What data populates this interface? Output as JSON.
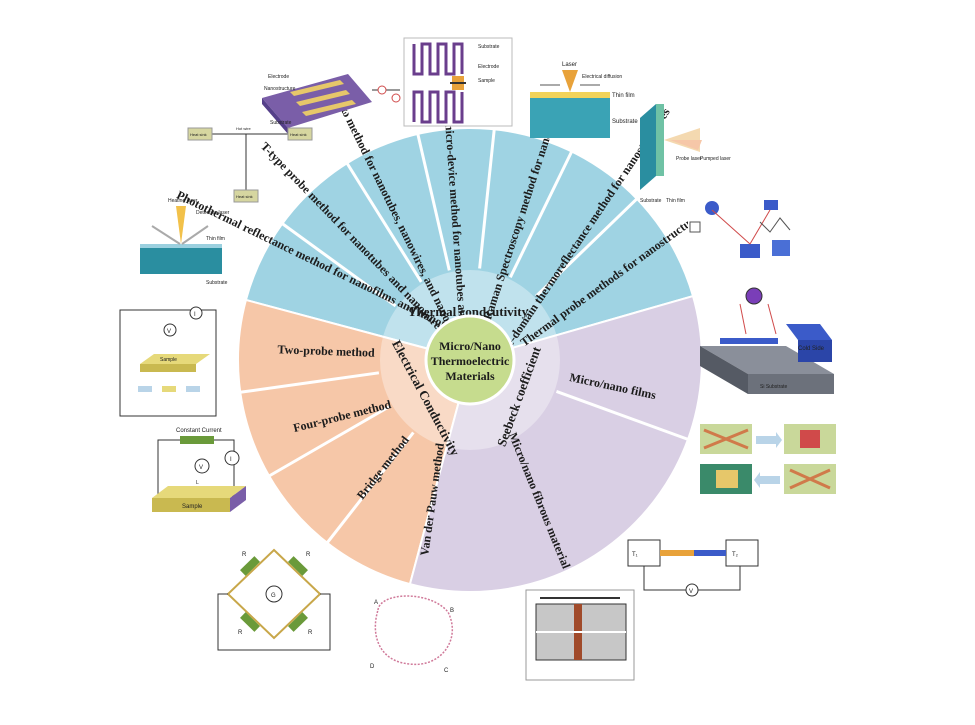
{
  "center": {
    "title_lines": [
      "Micro/Nano",
      "Thermoelectric",
      "Materials"
    ],
    "fill": "#c6dc8e"
  },
  "sectors": {
    "thermal": {
      "label": "Thermal condcutivity",
      "color": "#9fd3e3",
      "methods": [
        "Photothermal reflectance method for nanofilms and nanotubes",
        "T-type probe method for nanotubes and nanowires",
        "3ω method for nanotubes, nanowires, and nanofilms",
        "Suspended micro-device method for nanotubes and nanofilms",
        "Raman Spectroscopy method for nanofilms",
        "Time-domain thermoreflectance method for nanostructures",
        "Thermal probe methods for nanostructure"
      ]
    },
    "electrical": {
      "label": "Electrical Conductivity",
      "color": "#f6c7a8",
      "methods": [
        "Two-probe method",
        "Four-probe method",
        "Bridge method",
        "Van der Pauw method"
      ]
    },
    "seebeck": {
      "label": "Seebeck coefficient",
      "color": "#d9cfe4",
      "methods": [
        "Micro/nano films",
        "Micro/nano fibrous material"
      ]
    }
  },
  "illustrations": {
    "microdevice": [
      "Substrate",
      "Electrode",
      "Sample"
    ],
    "tdtr_film": [
      "Laser",
      "Electrical diffusion",
      "Thin film",
      "Substrate"
    ],
    "probe_beams": [
      "Probe laser",
      "Pumped laser",
      "Substrate",
      "Thin film"
    ],
    "t_probe": [
      "Heat sink",
      "Hot wire",
      "Heat sink",
      "Heat sink"
    ],
    "electrode_chip": [
      "Electrode",
      "Nanostructure",
      "Substrate"
    ],
    "photothermal": [
      "Heating laser",
      "Detection laser",
      "Thin film",
      "Substrate"
    ],
    "two_probe": [
      "V",
      "I",
      "Sample"
    ],
    "four_probe": [
      "Constant Current",
      "V",
      "I",
      "L",
      "Sample"
    ],
    "bridge": [
      "R",
      "R",
      "G",
      "R",
      "R"
    ],
    "vdp": [
      "A",
      "B",
      "C",
      "D"
    ],
    "seebeck_film": [
      "Cold Side",
      "Si Substrate"
    ],
    "seebeck_fiber": [
      "T₁",
      "T₂",
      "V"
    ]
  }
}
